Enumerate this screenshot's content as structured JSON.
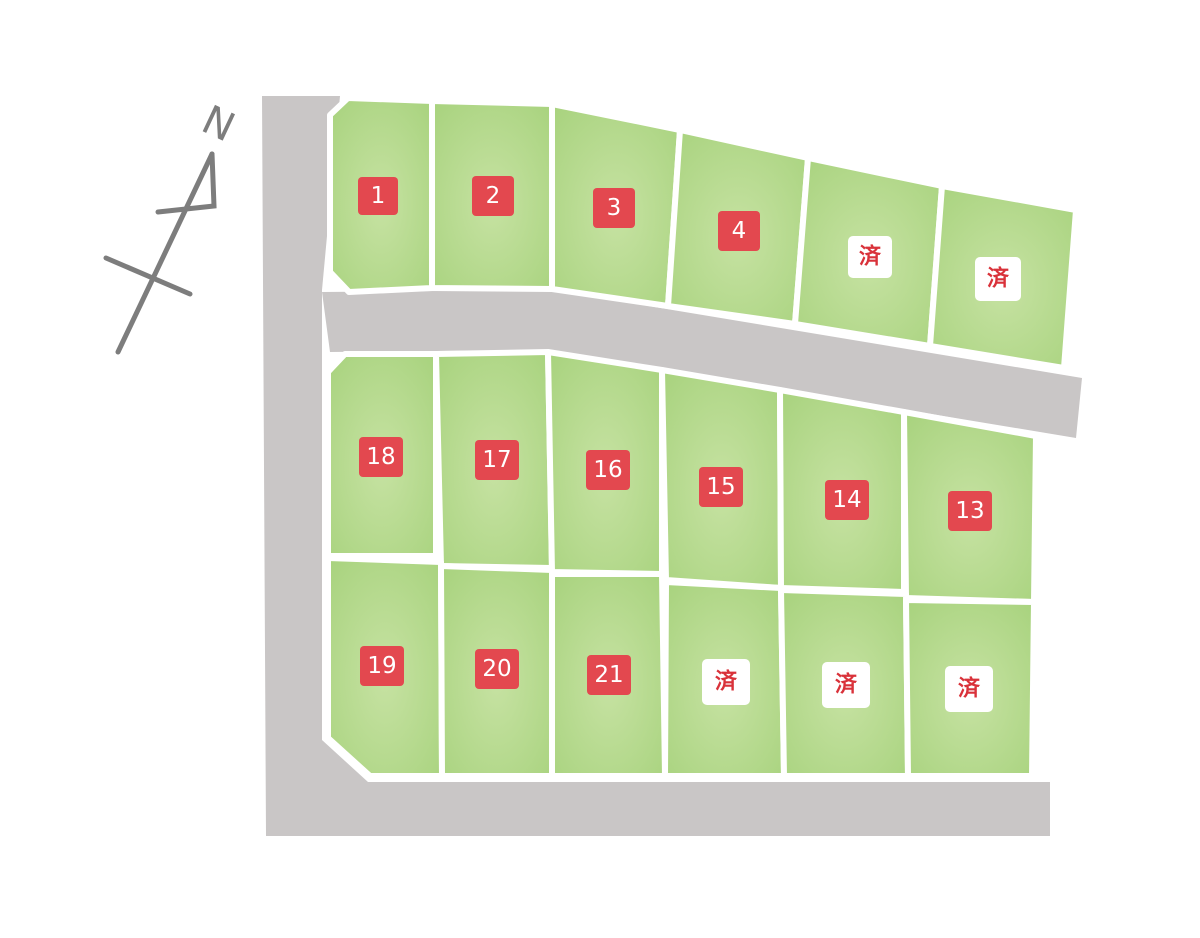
{
  "map": {
    "colors": {
      "road": "#c9c6c6",
      "lot": "#b2d88b",
      "lot_light": "#c8e3a6",
      "available_badge": "#e3484f",
      "available_text": "#ffffff",
      "sold_badge": "#ffffff",
      "sold_text": "#d9323a",
      "compass": "#7d7d7d"
    },
    "compass": {
      "label": "N",
      "icon": "north-arrow-icon"
    },
    "lots": [
      {
        "id": "1",
        "label": "1",
        "status": "available"
      },
      {
        "id": "2",
        "label": "2",
        "status": "available"
      },
      {
        "id": "3",
        "label": "3",
        "status": "available"
      },
      {
        "id": "4",
        "label": "4",
        "status": "available"
      },
      {
        "id": "5",
        "label": "済",
        "status": "sold"
      },
      {
        "id": "6",
        "label": "済",
        "status": "sold"
      },
      {
        "id": "18",
        "label": "18",
        "status": "available"
      },
      {
        "id": "17",
        "label": "17",
        "status": "available"
      },
      {
        "id": "16",
        "label": "16",
        "status": "available"
      },
      {
        "id": "15",
        "label": "15",
        "status": "available"
      },
      {
        "id": "14",
        "label": "14",
        "status": "available"
      },
      {
        "id": "13",
        "label": "13",
        "status": "available"
      },
      {
        "id": "19",
        "label": "19",
        "status": "available"
      },
      {
        "id": "20",
        "label": "20",
        "status": "available"
      },
      {
        "id": "21",
        "label": "21",
        "status": "available"
      },
      {
        "id": "22",
        "label": "済",
        "status": "sold"
      },
      {
        "id": "23",
        "label": "済",
        "status": "sold"
      },
      {
        "id": "24",
        "label": "済",
        "status": "sold"
      }
    ]
  }
}
